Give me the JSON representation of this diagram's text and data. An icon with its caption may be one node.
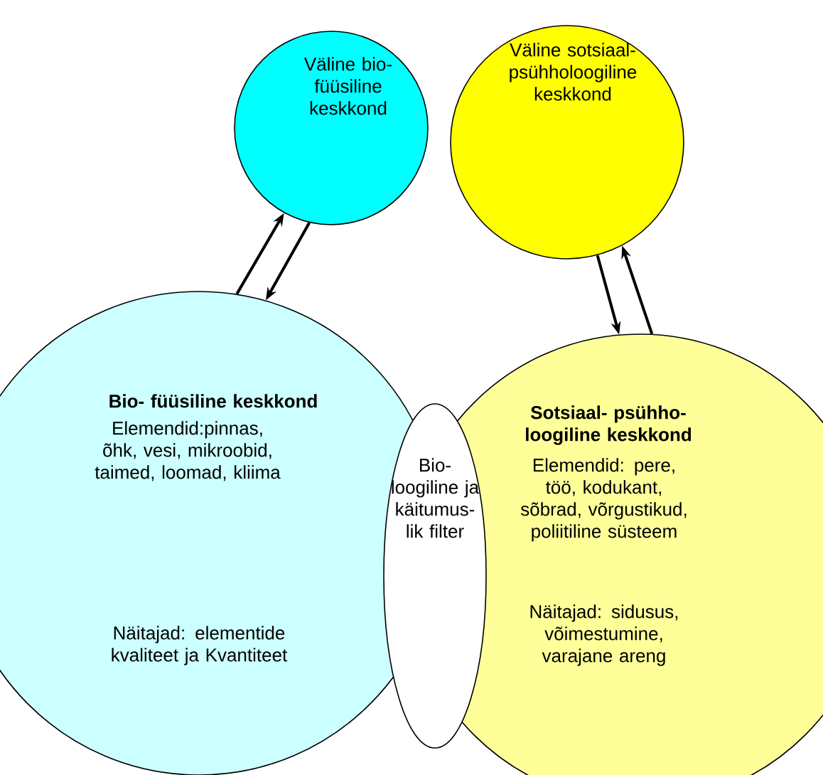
{
  "diagram": {
    "nodes": [
      {
        "text": [
          "Väline bio- füüsiline keskkond"
        ]
      },
      {
        "text": [
          "Väline sotsiaal- psühholoogiline keskkond"
        ]
      },
      {
        "text": [
          "Bio- füüsiline keskkond",
          "Elemendid:pinnas, õhk, vesi, mikroobid, taimed, loomad, kliima",
          "Näitajad: elementide kvaliteet ja Kvantiteet"
        ]
      },
      {
        "text": [
          "Sotsiaal- psühho- loogiline keskkond",
          "Elemendid: pere, töö, kodukant, sõbrad, võrgustikud, poliitiline süsteem",
          "Näitajad: sidusus, võimestumine, varajane areng"
        ]
      },
      {
        "text": [
          "Bio- loogiline ja käitumus- lik filter"
        ]
      }
    ],
    "edges": [
      {
        "from": 2,
        "to": 0,
        "arrow": "to"
      },
      {
        "from": 0,
        "to": 2,
        "arrow": "to"
      },
      {
        "from": 1,
        "to": 3,
        "arrow": "to"
      },
      {
        "from": 3,
        "to": 1,
        "arrow": "to"
      }
    ]
  }
}
